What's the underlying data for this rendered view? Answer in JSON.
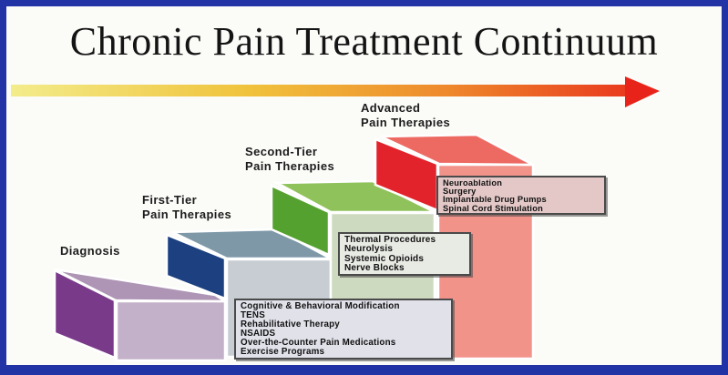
{
  "title": "Chronic Pain Treatment Continuum",
  "frame": {
    "border_color": "#2233a6",
    "background": "#fbfbf8"
  },
  "arrow": {
    "description": "left-to-right progression arrow",
    "gradient": [
      "#f3ec8b",
      "#f0c33c",
      "#ee8a2d",
      "#e93a1e"
    ],
    "head_color": "#e8241a"
  },
  "labels": {
    "diagnosis": {
      "line1": "Diagnosis",
      "line2": ""
    },
    "first_tier": {
      "line1": "First-Tier",
      "line2": "Pain Therapies"
    },
    "second_tier": {
      "line1": "Second-Tier",
      "line2": "Pain Therapies"
    },
    "advanced": {
      "line1": "Advanced",
      "line2": "Pain Therapies"
    }
  },
  "blocks": {
    "diagnosis": {
      "dark": "#7a3a8a",
      "top": "#ae95b5",
      "front": "#c3b1c9"
    },
    "first_tier": {
      "dark": "#1c4080",
      "top": "#7e98a8",
      "front": "#c7cdd2"
    },
    "second_tier": {
      "dark": "#55a12f",
      "top": "#90c25c",
      "front": "#cedac0"
    },
    "advanced": {
      "dark": "#e2232b",
      "top": "#ed6a63",
      "front": "#f2938a"
    }
  },
  "boxes": {
    "first_tier": {
      "bg": "#e0e1e9",
      "items": [
        "Cognitive & Behavioral Modification",
        "TENS",
        "Rehabilitative Therapy",
        "NSAIDS",
        "Over-the-Counter Pain Medications",
        "Exercise Programs"
      ]
    },
    "second_tier": {
      "bg": "#e8eae4",
      "items": [
        "Thermal Procedures",
        "Neurolysis",
        "Systemic Opioids",
        "Nerve Blocks"
      ]
    },
    "advanced": {
      "bg": "#e3c8c7",
      "items": [
        "Neuroablation",
        "Surgery",
        "Implantable Drug Pumps",
        "Spinal Cord Stimulation"
      ]
    }
  }
}
